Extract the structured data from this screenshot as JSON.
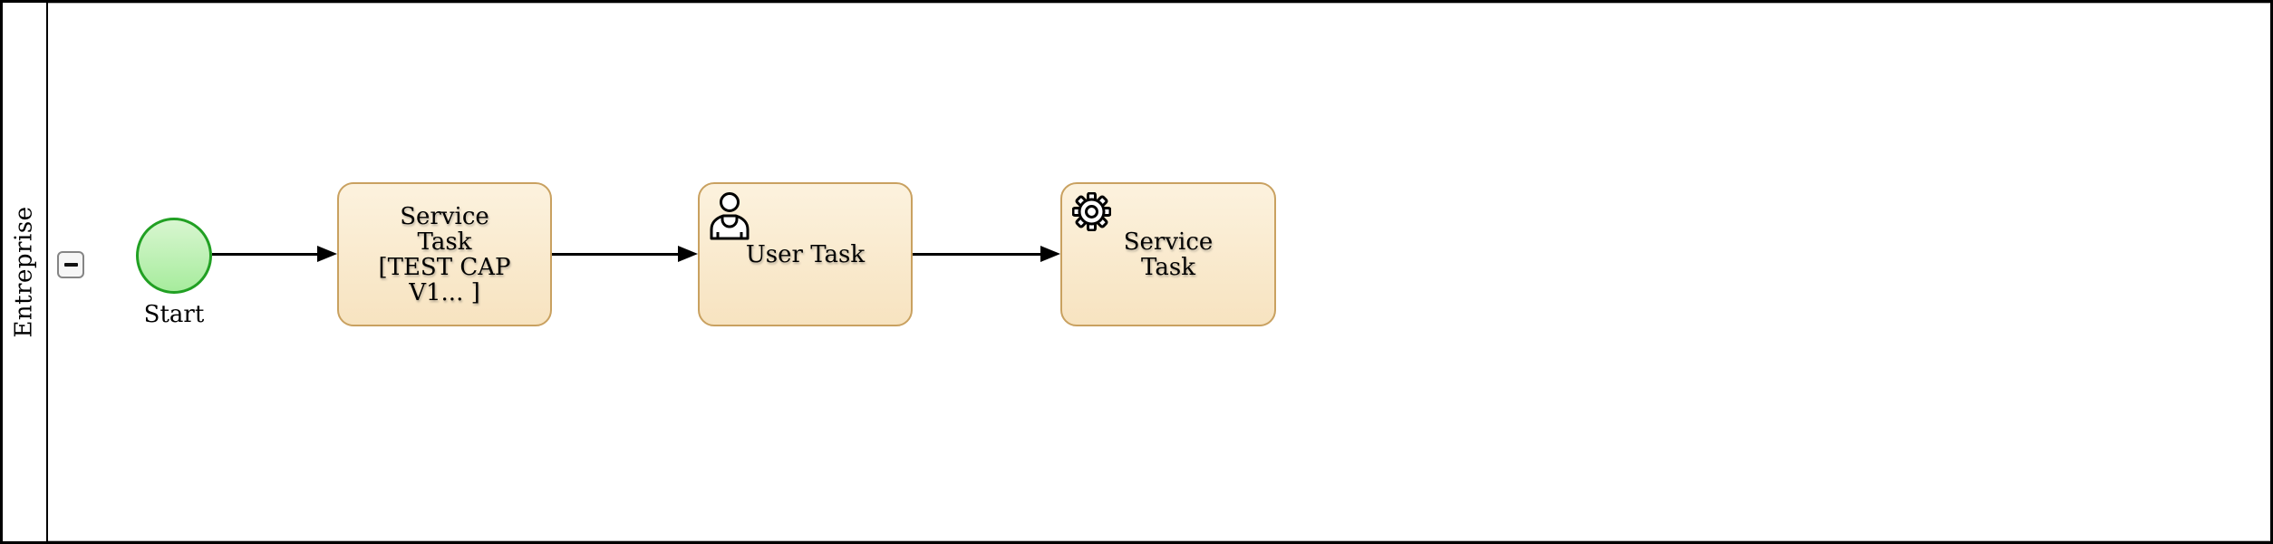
{
  "pool": {
    "label": "Entreprise",
    "collapse_button_icon": "minus-icon"
  },
  "process": {
    "start_event": {
      "label": "Start"
    },
    "tasks": [
      {
        "id": "task-1",
        "type": "service-task",
        "label": "Service\nTask\n[TEST CAP\nV1... ]",
        "icon": "none"
      },
      {
        "id": "task-2",
        "type": "user-task",
        "label": "User Task",
        "icon": "user-icon"
      },
      {
        "id": "task-3",
        "type": "service-task",
        "label": "Service\nTask",
        "icon": "gear-icon"
      }
    ],
    "sequence_flows": [
      {
        "from": "start-event",
        "to": "task-1",
        "icon": "arrowhead-icon"
      },
      {
        "from": "task-1",
        "to": "task-2",
        "icon": "arrowhead-icon"
      },
      {
        "from": "task-2",
        "to": "task-3",
        "icon": "arrowhead-icon"
      }
    ]
  },
  "colors": {
    "task_border": "#c9a160",
    "task_fill_top": "#fcf2de",
    "task_fill_bottom": "#f7e3c0",
    "event_border": "#21a023",
    "event_fill_top": "#d8f6d0",
    "event_fill_bottom": "#a7ec9d",
    "line_color": "#000000"
  }
}
